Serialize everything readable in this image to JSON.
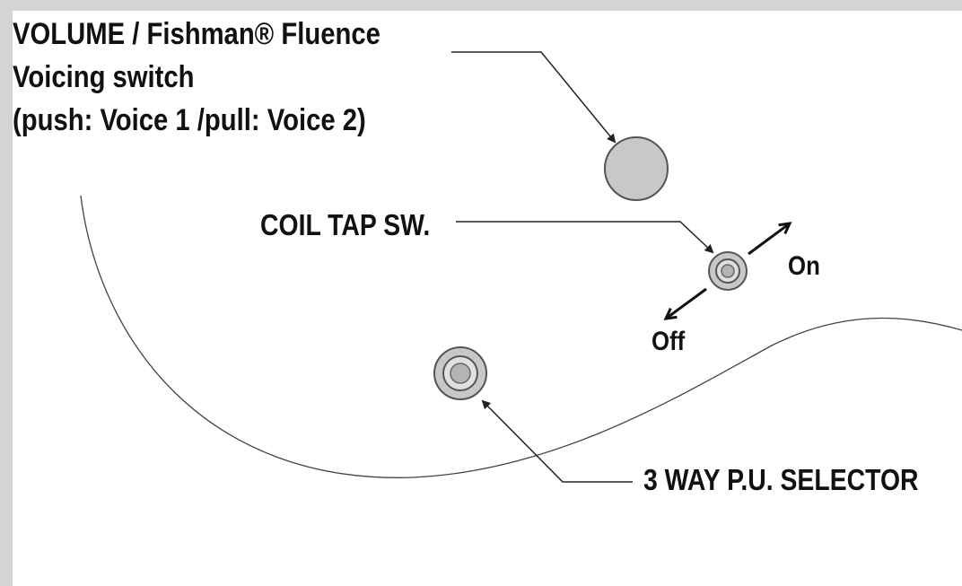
{
  "labels": {
    "volume_line1": "VOLUME / Fishman® Fluence",
    "volume_line2": "Voicing switch",
    "volume_line3": "(push: Voice 1 /pull: Voice 2)",
    "coil_tap": "COIL TAP SW.",
    "on": "On",
    "off": "Off",
    "selector": "3 WAY P.U. SELECTOR"
  },
  "colors": {
    "background": "#d4d4d4",
    "panel": "#ffffff",
    "knob_fill": "#c8c8c8",
    "knob_stroke": "#555555",
    "line": "#222222",
    "text": "#111111"
  }
}
